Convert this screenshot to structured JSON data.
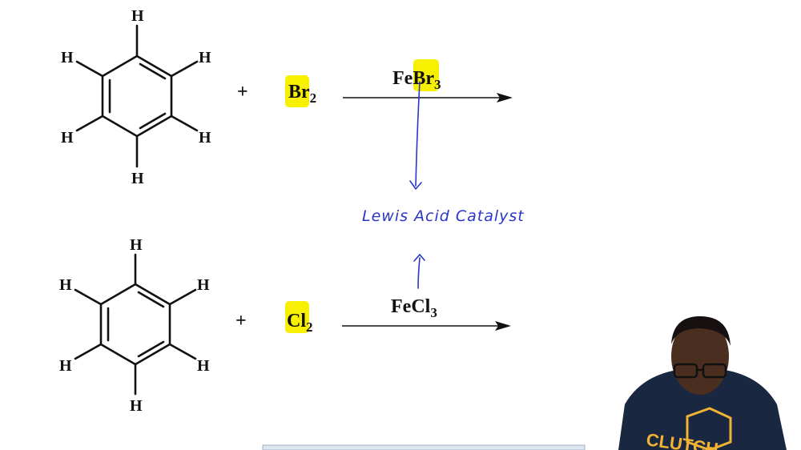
{
  "colors": {
    "highlight": "#f7f000",
    "ink": "#2a36c8",
    "text": "#111111"
  },
  "reaction1": {
    "benzene_h": [
      "H",
      "H",
      "H",
      "H",
      "H",
      "H"
    ],
    "plus": "+",
    "reagent": "Br",
    "reagent_sub": "2",
    "catalyst": "FeBr",
    "catalyst_sub": "3"
  },
  "reaction2": {
    "benzene_h": [
      "H",
      "H",
      "H",
      "H",
      "H",
      "H"
    ],
    "plus": "+",
    "reagent": "Cl",
    "reagent_sub": "2",
    "catalyst": "FeCl",
    "catalyst_sub": "3"
  },
  "annotation": {
    "text": "Lewis Acid Catalyst"
  },
  "presenter": {
    "shirt_text": "CLUTCH"
  }
}
